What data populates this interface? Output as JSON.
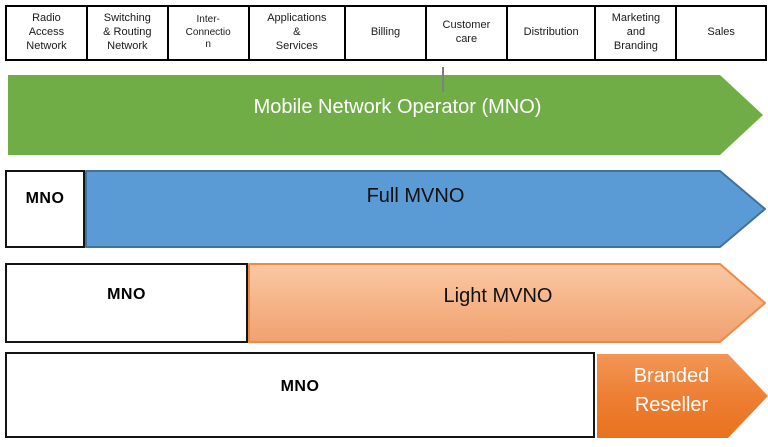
{
  "value_chain_segments": [
    "Radio\nAccess\nNetwork",
    "Switching\n& Routing\nNetwork",
    "Inter-\nConnectio\nn",
    "Applications\n&\nServices",
    "Billing",
    "Customer\ncare",
    "Distribution",
    "Marketing\nand\nBranding",
    "Sales"
  ],
  "arrows": {
    "mno": {
      "label": "Mobile Network Operator (MNO)",
      "fill": "#70AD47",
      "text_color": "#FFFFFF"
    },
    "full_mvno": {
      "label": "Full MVNO",
      "mno_box_label": "MNO",
      "fill": "#5B9BD5",
      "stroke": "#41719C",
      "text_color": "#1A1A1A"
    },
    "light_mvno": {
      "label": "Light MVNO",
      "mno_box_label": "MNO",
      "fill_top": "#FAC9A4",
      "fill_mid": "#F5B285",
      "fill_bottom": "#F1A170",
      "stroke": "#ED8A47",
      "text_color": "#1A1A1A"
    },
    "branded_reseller": {
      "label": "Branded Reseller",
      "mno_box_label": "MNO",
      "fill_top": "#F29655",
      "fill_mid": "#ED7D31",
      "fill_bottom": "#E8731F",
      "text_color": "#FFFFFF"
    }
  }
}
